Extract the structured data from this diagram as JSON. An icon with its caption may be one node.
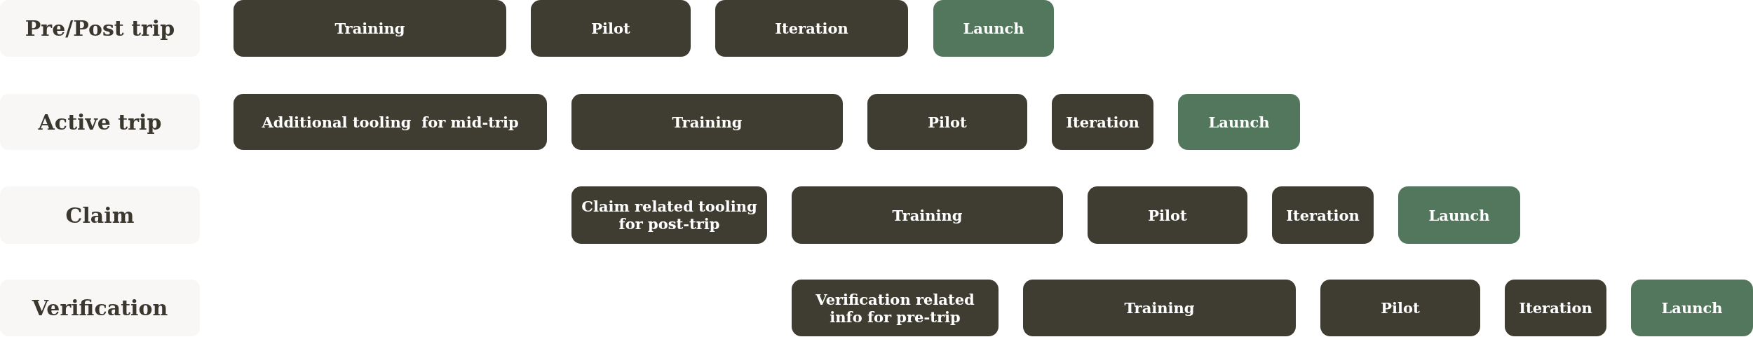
{
  "diagram": {
    "nodes": [
      {
        "text": [
          "Pre/Post trip"
        ]
      },
      {
        "text": [
          "Training"
        ]
      },
      {
        "text": [
          "Pilot"
        ]
      },
      {
        "text": [
          "Iteration"
        ]
      },
      {
        "text": [
          "Launch"
        ]
      },
      {
        "text": [
          "Active trip"
        ]
      },
      {
        "text": [
          "Additional tooling  for mid-trip"
        ]
      },
      {
        "text": [
          "Training"
        ]
      },
      {
        "text": [
          "Pilot"
        ]
      },
      {
        "text": [
          "Iteration"
        ]
      },
      {
        "text": [
          "Launch"
        ]
      },
      {
        "text": [
          "Claim"
        ]
      },
      {
        "text": [
          "Claim related tooling for post-trip"
        ]
      },
      {
        "text": [
          "Training"
        ]
      },
      {
        "text": [
          "Pilot"
        ]
      },
      {
        "text": [
          "Iteration"
        ]
      },
      {
        "text": [
          "Launch"
        ]
      },
      {
        "text": [
          "Verification"
        ]
      },
      {
        "text": [
          "Verification related info for pre-trip"
        ]
      },
      {
        "text": [
          "Training"
        ]
      },
      {
        "text": [
          "Pilot"
        ]
      },
      {
        "text": [
          "Iteration"
        ]
      },
      {
        "text": [
          "Launch"
        ]
      }
    ]
  }
}
